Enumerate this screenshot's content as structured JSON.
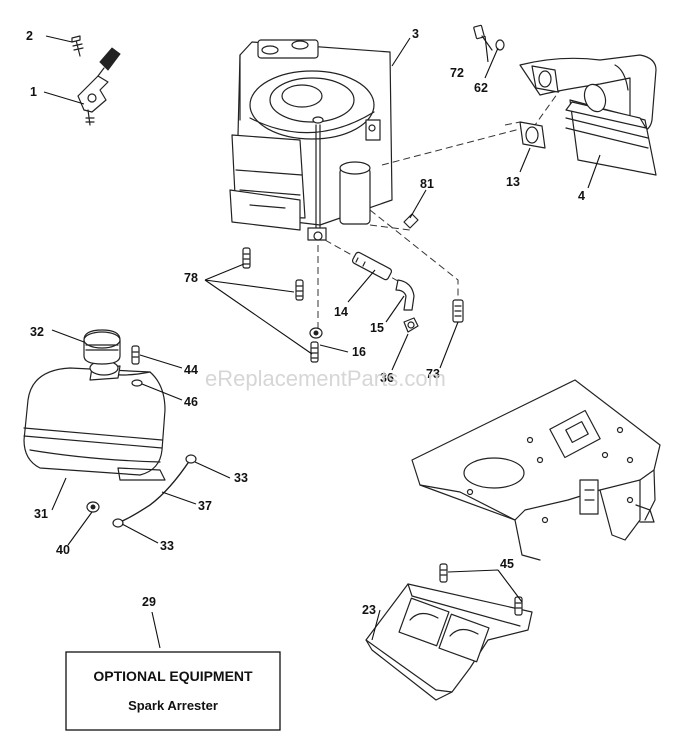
{
  "callouts": {
    "c1": "1",
    "c2": "2",
    "c3": "3",
    "c4": "4",
    "c13": "13",
    "c14": "14",
    "c15": "15",
    "c16": "16",
    "c23": "23",
    "c29": "29",
    "c31": "31",
    "c32": "32",
    "c33a": "33",
    "c33b": "33",
    "c36": "36",
    "c37": "37",
    "c40": "40",
    "c44": "44",
    "c45": "45",
    "c46": "46",
    "c62": "62",
    "c72": "72",
    "c73": "73",
    "c78": "78",
    "c81": "81"
  },
  "watermark": "eReplacementParts.com",
  "note": {
    "title": "OPTIONAL EQUIPMENT",
    "subtitle": "Spark Arrester"
  }
}
